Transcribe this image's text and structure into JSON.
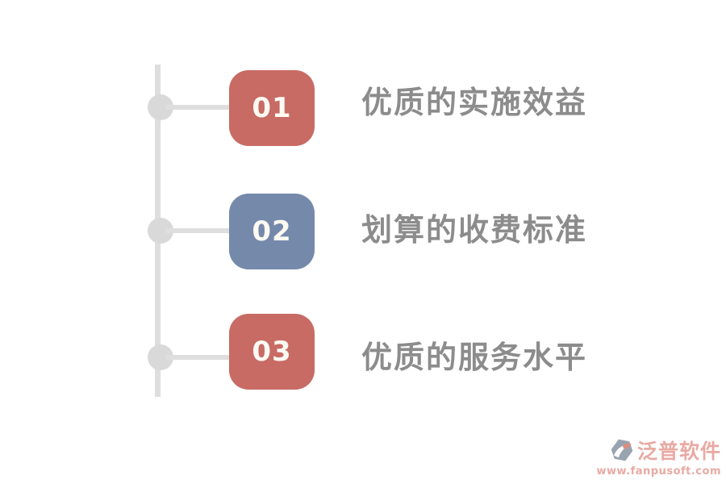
{
  "colors": {
    "salmon": "#c86b65",
    "blue": "#7589ab",
    "line_gray": "#dedede",
    "node_gray": "#d9d9d9",
    "label_gray": "#8c8c8c",
    "number_text": "#fdfaf3",
    "watermark_pink": "#e8aaa3",
    "logo_gray": "#9aa4b1"
  },
  "timeline": {
    "items": [
      {
        "number": "01",
        "label": "优质的实施效益",
        "color": "#c86b65"
      },
      {
        "number": "02",
        "label": "划算的收费标准",
        "color": "#7589ab"
      },
      {
        "number": "03",
        "label": "优质的服务水平",
        "color": "#c86b65"
      }
    ]
  },
  "watermark": {
    "brand": "泛普软件",
    "url": "www.fanpusoft.com"
  }
}
